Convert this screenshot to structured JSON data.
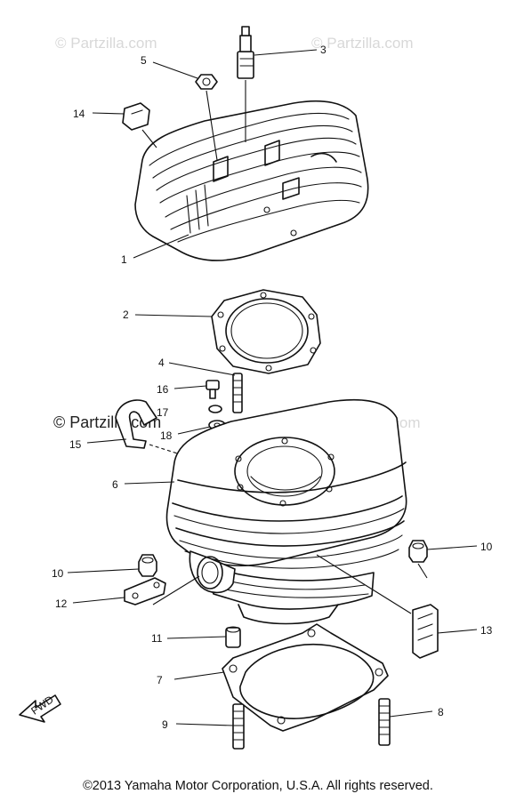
{
  "watermarks": {
    "top_left": "© Partzilla.com",
    "top_right": "© Partzilla.com",
    "mid_left": "© Partzilla.com",
    "mid_right": "© Partzilla.com"
  },
  "direction_arrow": "FWD",
  "callouts": {
    "p1": "1",
    "p2": "2",
    "p3": "3",
    "p4": "4",
    "p5": "5",
    "p6": "6",
    "p7": "7",
    "p8": "8",
    "p9": "9",
    "p10a": "10",
    "p10b": "10",
    "p11": "11",
    "p12": "12",
    "p13": "13",
    "p14": "14",
    "p15": "15",
    "p16": "16",
    "p17": "17",
    "p18": "18"
  },
  "footer": "©2013  Yamaha Motor Corporation, U.S.A. All rights reserved."
}
